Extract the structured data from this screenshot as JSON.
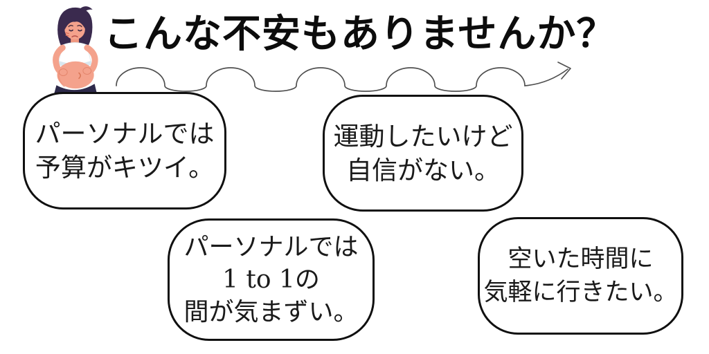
{
  "page": {
    "background": "#ffffff",
    "language": "ja"
  },
  "title": {
    "text": "こんな不安もありませんか？",
    "color": "#0c0c0c"
  },
  "divider": {
    "type": "wavy-line-with-arrow",
    "color": "#4f4f4f"
  },
  "illustration": {
    "subject": "worried-woman-pinching-belly",
    "colors": {
      "hair": "#3a2a4e",
      "skin": "#f4a28c",
      "shirt": "#ffffff",
      "shirt_hem": "#d9e8f0",
      "pants": "#2e2a4a",
      "blush": "#e0705a"
    }
  },
  "bubble_style": {
    "border_color": "#101010",
    "background": "#ffffff",
    "text_color": "#1a1a1a"
  },
  "bubbles": [
    {
      "id": "budget",
      "lines": [
        "パーソナルでは",
        "予算がキツイ。"
      ]
    },
    {
      "id": "confidence",
      "lines": [
        "運動したいけど",
        "自信がない。"
      ]
    },
    {
      "id": "one-to-one",
      "lines": [
        "パーソナルでは",
        "1 to 1の",
        "間が気まずい。"
      ]
    },
    {
      "id": "free-time",
      "lines": [
        "空いた時間に",
        "気軽に行きたい。"
      ]
    }
  ]
}
